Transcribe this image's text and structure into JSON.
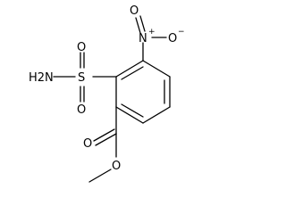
{
  "molecule": {
    "atoms": {
      "o_nitro_top": "O",
      "n_nitro": "N",
      "n_nitro_charge": "+",
      "o_nitro_right": "O",
      "o_nitro_right_charge": "−",
      "o_sulfonyl_top": "O",
      "s_sulfonyl": "S",
      "o_sulfonyl_bottom": "O",
      "h2n_sulfonamide": "H2N",
      "o_carbonyl": "O",
      "o_ester": "O"
    }
  }
}
